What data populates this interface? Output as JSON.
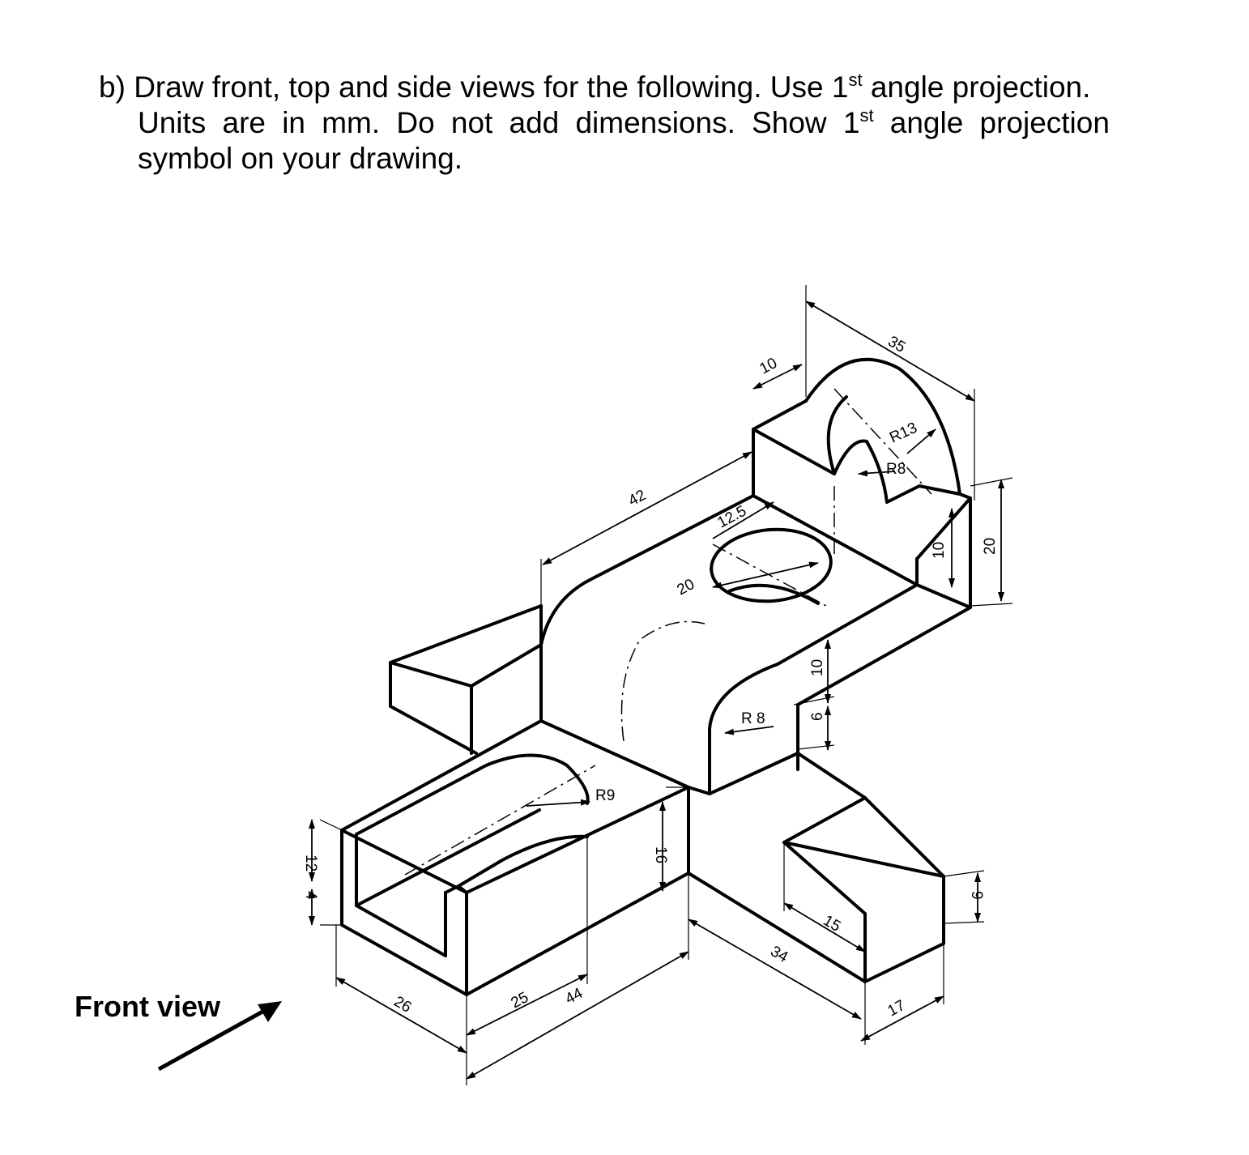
{
  "question": {
    "prefix": "b)",
    "line1_a": "Draw front, top and side views for the following. Use 1",
    "line1_sup": "st",
    "line1_b": " angle projection.",
    "line2_words": [
      "Units",
      "are",
      "in",
      "mm.",
      "Do",
      "not",
      "add",
      "dimensions.",
      "Show",
      "1st",
      "angle",
      "projection"
    ],
    "line3": "symbol on your drawing."
  },
  "front_view_label": "Front view",
  "dimensions": {
    "d35": "35",
    "d10_top": "10",
    "r13": "R13",
    "r8_top": "R8",
    "d42": "42",
    "d12_5": "12.5",
    "d20_hole": "20",
    "d10_right": "10",
    "d20_right": "20",
    "d10_mid": "10",
    "d6": "6",
    "r8_mid": "R 8",
    "r9": "R9",
    "d12": "12",
    "d4": "4",
    "d16": "16",
    "d26": "26",
    "d25": "25",
    "d44": "44",
    "d34": "34",
    "d15": "15",
    "d9": "9",
    "d17": "17"
  },
  "colors": {
    "line": "#000000",
    "background": "#ffffff"
  }
}
